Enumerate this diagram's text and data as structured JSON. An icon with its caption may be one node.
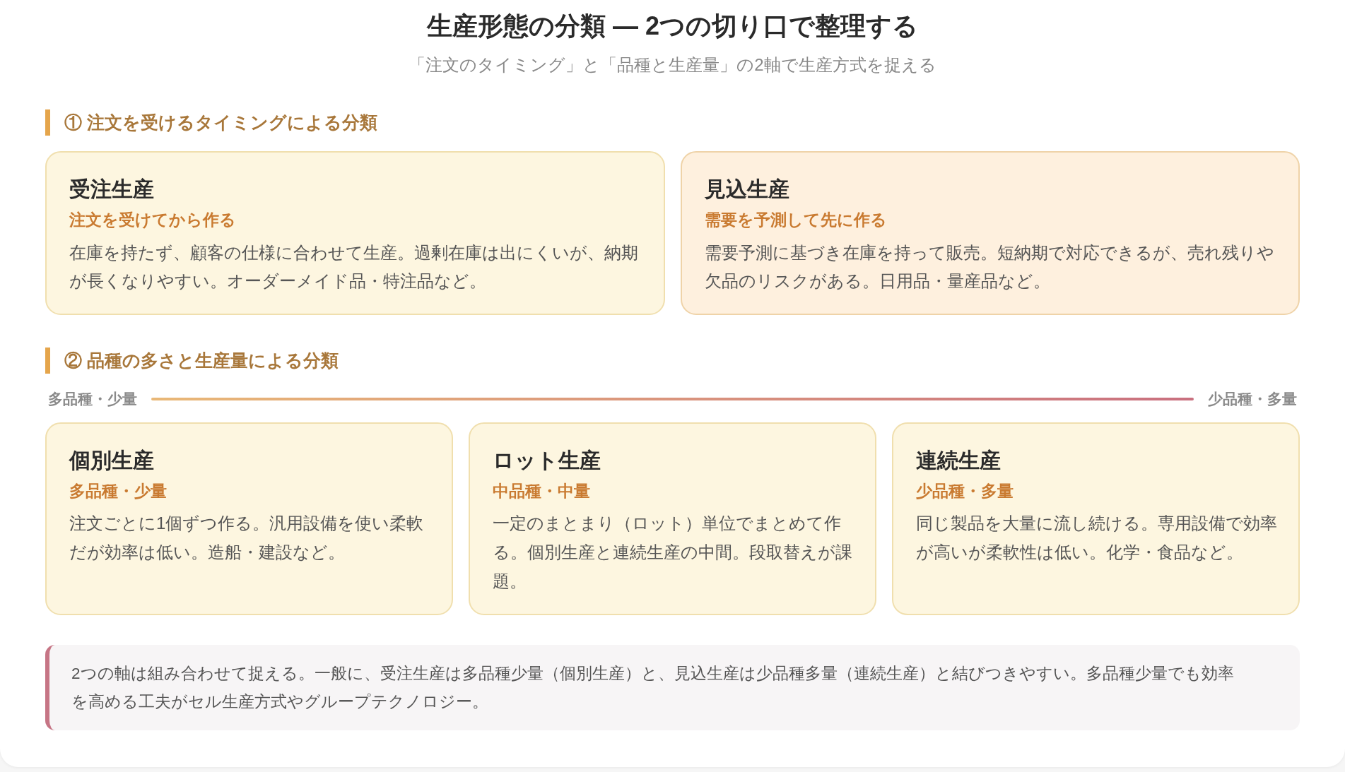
{
  "diagram": {
    "title": "生産形態の分類 — 2つの切り口で整理する",
    "nodes": [
      {
        "text": [
          "受注生産",
          "注文を受けてから作る",
          "在庫を持たず、顧客の仕様に合わせて生産。過剰在庫は出にくいが、納期が長くなりやすい。オーダーメイド品・特注品など。"
        ]
      },
      {
        "text": [
          "見込生産",
          "需要を予測して先に作る",
          "需要予測に基づき在庫を持って販売。短納期で対応できるが、売れ残りや欠品のリスクがある。日用品・量産品など。"
        ]
      },
      {
        "text": [
          "個別生産",
          "多品種・少量",
          "注文ごとに1個ずつ作る。汎用設備を使い柔軟だが効率は低い。造船・建設など。"
        ]
      },
      {
        "text": [
          "ロット生産",
          "中品種・中量",
          "一定のまとまり（ロット）単位でまとめて作る。個別生産と連続生産の中間。段取替えが課題。"
        ]
      },
      {
        "text": [
          "連続生産",
          "少品種・多量",
          "同じ製品を大量に流し続ける。専用設備で効率が高いが柔軟性は低い。化学・食品など。"
        ]
      },
      {
        "text": [
          "2つの軸は組み合わせて捉える。一般に、受注生産は多品種少量（個別生産）と、見込生産は少品種多量（連続生産）と結びつきやすい。多品種少量でも効率を高める工夫がセル生産方式やグループテクノロジー。"
        ]
      }
    ],
    "labels": [
      "「注文のタイミング」と「品種と生産量」の2軸で生産方式を捉える",
      "① 注文を受けるタイミングによる分類",
      "② 品種の多さと生産量による分類",
      "多品種・少量",
      "少品種・多量"
    ]
  }
}
